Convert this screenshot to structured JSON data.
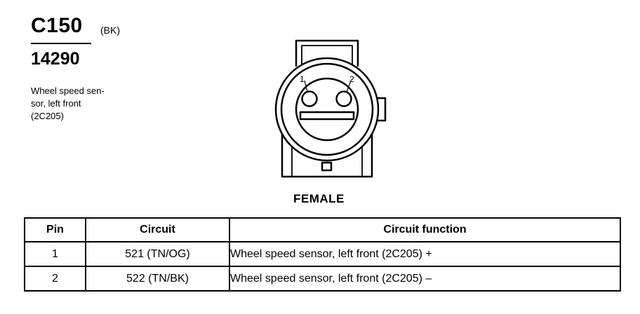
{
  "connector": {
    "id": "C150",
    "color": "(BK)",
    "part_number": "14290",
    "description_lines": [
      "Wheel speed sen-",
      "sor, left front",
      "(2C205)"
    ],
    "view": "FEMALE",
    "pin_labels": [
      "1",
      "2"
    ]
  },
  "table": {
    "headers": [
      "Pin",
      "Circuit",
      "Circuit function"
    ],
    "rows": [
      {
        "pin": "1",
        "circuit": "521 (TN/OG)",
        "function": "Wheel speed sensor, left front (2C205) +"
      },
      {
        "pin": "2",
        "circuit": "522 (TN/BK)",
        "function": "Wheel speed sensor, left front (2C205) –"
      }
    ]
  }
}
